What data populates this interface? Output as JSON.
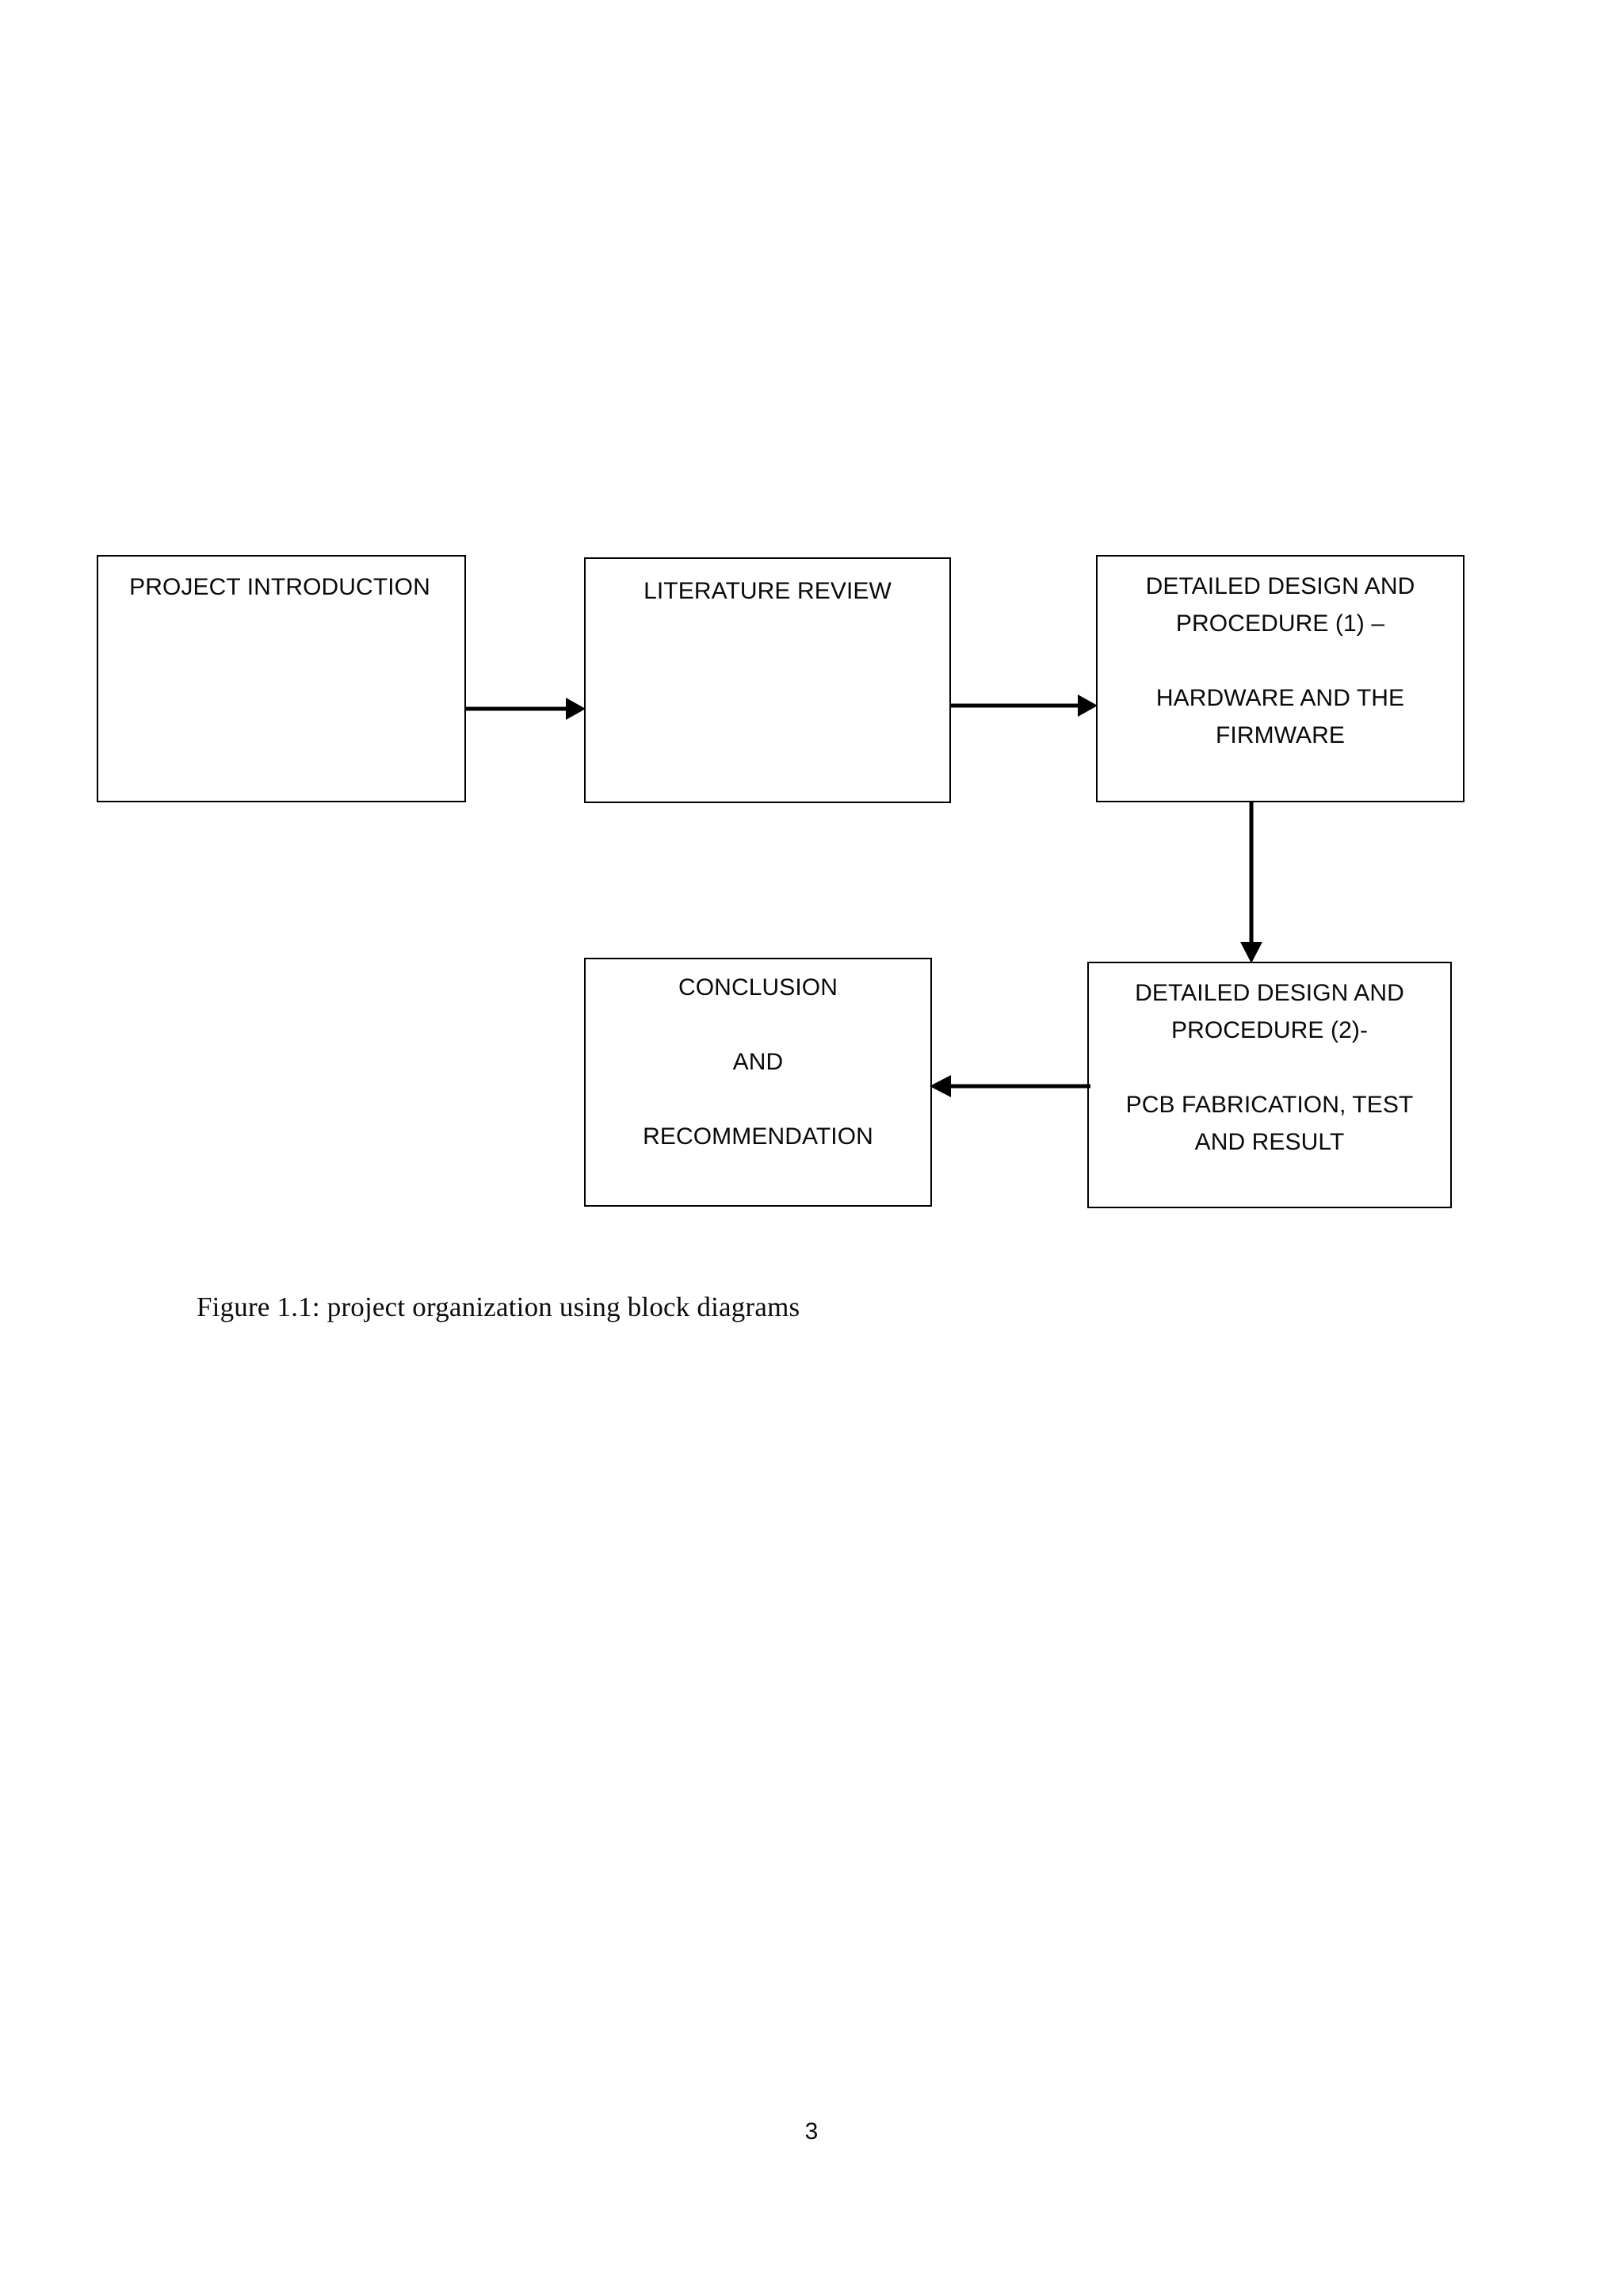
{
  "document": {
    "page_number": "3",
    "figure_caption": "Figure  1.1: project organization  using  block diagrams"
  },
  "diagram": {
    "type": "block-diagram",
    "nodes": [
      {
        "id": "project-introduction",
        "label": "PROJECT INTRODUCTION"
      },
      {
        "id": "literature-review",
        "label": "LITERATURE REVIEW"
      },
      {
        "id": "detailed-design-1",
        "label": "DETAILED DESIGN AND\nPROCEDURE (1) –\n\nHARDWARE AND THE\nFIRMWARE"
      },
      {
        "id": "detailed-design-2",
        "label": "DETAILED DESIGN AND\nPROCEDURE (2)-\n\nPCB FABRICATION, TEST\nAND RESULT"
      },
      {
        "id": "conclusion",
        "label": "CONCLUSION\n\nAND\n\nRECOMMENDATION"
      }
    ],
    "edges": [
      {
        "id": "intro-to-literature",
        "from": "project-introduction",
        "to": "literature-review",
        "direction": "right"
      },
      {
        "id": "literature-to-design1",
        "from": "literature-review",
        "to": "detailed-design-1",
        "direction": "right"
      },
      {
        "id": "design1-to-design2",
        "from": "detailed-design-1",
        "to": "detailed-design-2",
        "direction": "down"
      },
      {
        "id": "design2-to-conclusion",
        "from": "detailed-design-2",
        "to": "conclusion",
        "direction": "left"
      }
    ],
    "colors": {
      "stroke": "#000000",
      "text": "#0a0a0a",
      "background": "#ffffff"
    }
  }
}
